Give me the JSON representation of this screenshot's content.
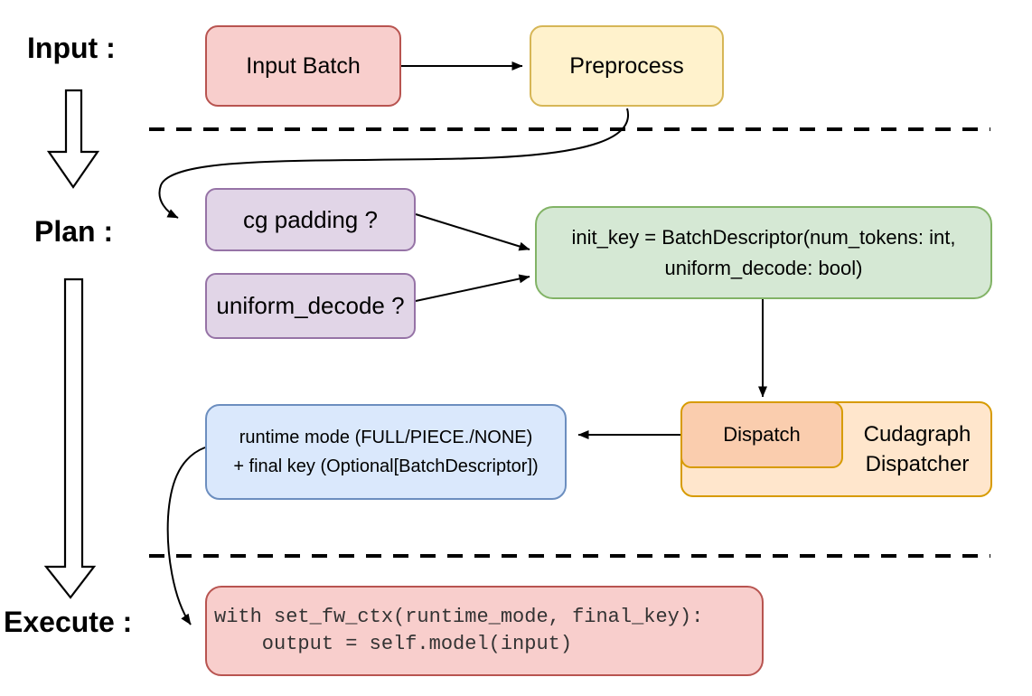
{
  "stage_labels": {
    "input": "Input :",
    "plan": "Plan :",
    "execute": "Execute :"
  },
  "nodes": {
    "input_batch": {
      "label": "Input Batch",
      "fill": "#F8CECC",
      "stroke": "#B85450"
    },
    "preprocess": {
      "label": "Preprocess",
      "fill": "#FFF2CC",
      "stroke": "#D6B656"
    },
    "cg_padding": {
      "label": "cg padding ?",
      "fill": "#E1D5E7",
      "stroke": "#9673A6"
    },
    "uniform_decode": {
      "label": "uniform_decode ?",
      "fill": "#E1D5E7",
      "stroke": "#9673A6"
    },
    "init_key": {
      "line1": "init_key = BatchDescriptor(num_tokens: int,",
      "line2": "uniform_decode: bool)",
      "fill": "#D5E8D4",
      "stroke": "#82B366"
    },
    "dispatch": {
      "label": "Dispatch",
      "fill": "#FACDAE",
      "stroke": "#D79B00"
    },
    "cudagraph_dispatcher": {
      "line1": "Cudagraph",
      "line2": "Dispatcher",
      "fill": "#FFE6CC",
      "stroke": "#D79B00"
    },
    "runtime_mode": {
      "line1": "runtime mode (FULL/PIECE./NONE)",
      "line2": "+ final key (Optional[BatchDescriptor])",
      "fill": "#DAE8FC",
      "stroke": "#6C8EBF"
    },
    "execute_code": {
      "line1": "with set_fw_ctx(runtime_mode, final_key):",
      "line2": "    output = self.model(input)",
      "fill": "#F8CECC",
      "stroke": "#B85450"
    }
  },
  "edges": [
    {
      "from": "input-batch",
      "to": "preprocess"
    },
    {
      "from": "preprocess",
      "to": "cg-padding"
    },
    {
      "from": "cg-padding",
      "to": "init-key"
    },
    {
      "from": "uniform-decode",
      "to": "init-key"
    },
    {
      "from": "init-key",
      "to": "dispatch"
    },
    {
      "from": "dispatch",
      "to": "runtime-mode"
    },
    {
      "from": "runtime-mode",
      "to": "execute-code"
    },
    {
      "from": "stage-input",
      "to": "stage-plan"
    },
    {
      "from": "stage-plan",
      "to": "stage-execute"
    }
  ]
}
